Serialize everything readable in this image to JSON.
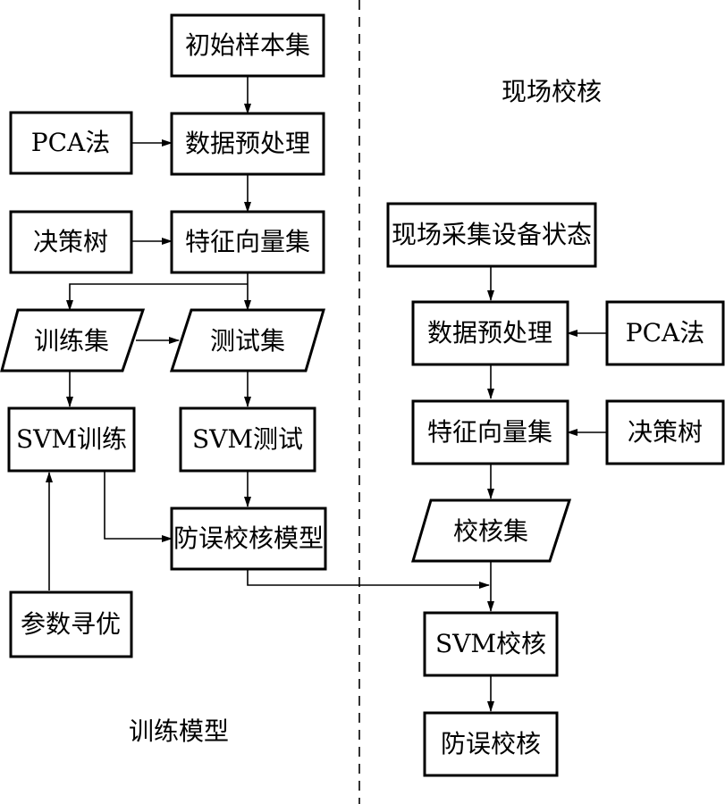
{
  "left_panel": {
    "caption": "训练模型",
    "nodes": {
      "initial_sample": "初始样本集",
      "pca": "PCA法",
      "preprocess": "数据预处理",
      "decision_tree": "决策树",
      "feature_set": "特征向量集",
      "train_set": "训练集",
      "test_set": "测试集",
      "svm_train": "SVM训练",
      "svm_test": "SVM测试",
      "model": "防误校核模型",
      "param_opt": "参数寻优"
    }
  },
  "right_panel": {
    "caption": "现场校核",
    "nodes": {
      "field_collect": "现场采集设备状态",
      "preprocess": "数据预处理",
      "pca": "PCA法",
      "feature_set": "特征向量集",
      "decision_tree": "决策树",
      "check_set": "校核集",
      "svm_check": "SVM校核",
      "result": "防误校核"
    }
  }
}
